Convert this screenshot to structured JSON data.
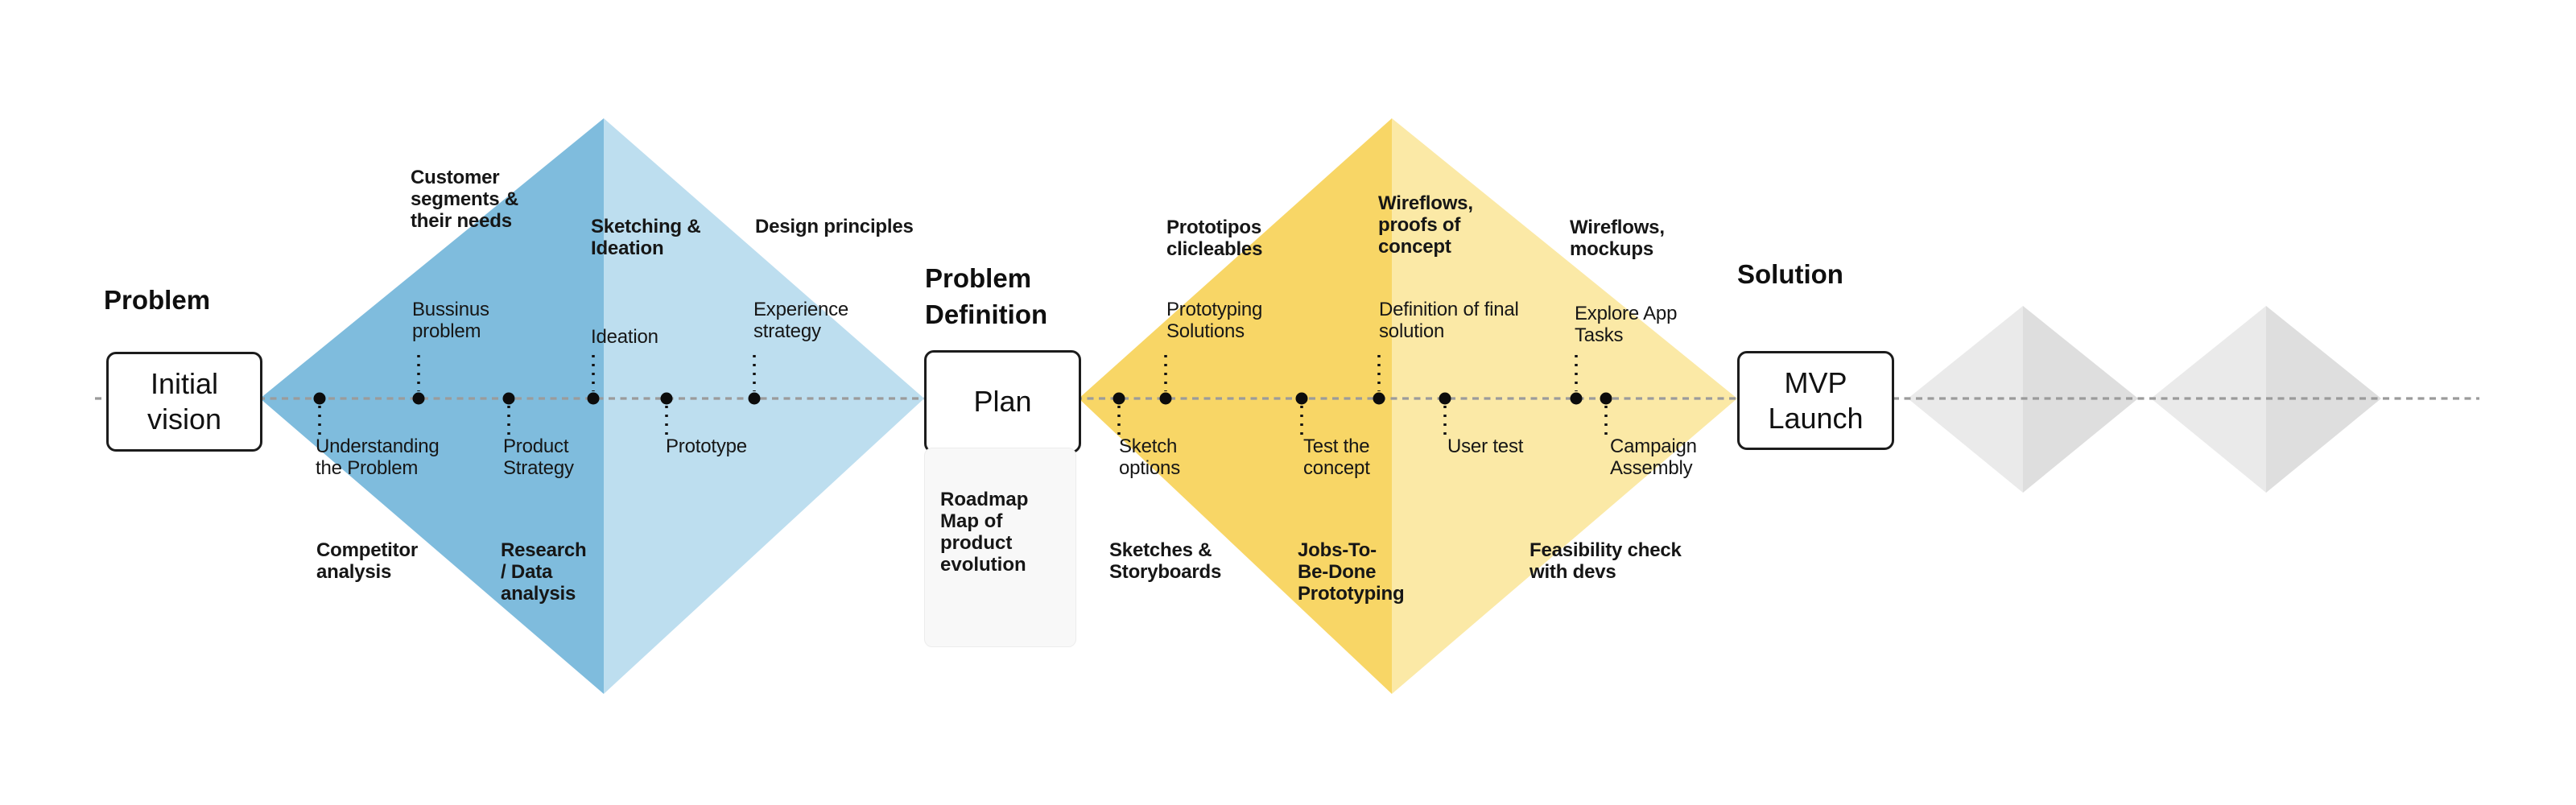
{
  "colors": {
    "blue_dark": "#7fbcdd",
    "blue_light": "#bddeef",
    "yellow_dark": "#f8d666",
    "yellow_light": "#fbe9a6",
    "gray_light": "#eaeaea",
    "gray_dark": "#dedede",
    "line": "#9b9b9b",
    "ink": "#111111"
  },
  "headings": {
    "problem": "Problem",
    "problem_definition": "Problem\nDefinition",
    "solution": "Solution"
  },
  "nodes": {
    "initial_vision": "Initial\nvision",
    "plan": "Plan",
    "mvp_launch": "MVP\nLaunch"
  },
  "card": {
    "roadmap": "Roadmap\nMap of product\nevolution"
  },
  "labels": {
    "customer_segments": "Customer\nsegments &\ntheir needs",
    "sketching_ideation": "Sketching &\nIdeation",
    "design_principles": "Design principles",
    "bussinus_problem": "Bussinus\nproblem",
    "ideation": "Ideation",
    "experience_strategy": "Experience\nstrategy",
    "understanding_problem": "Understanding\nthe Problem",
    "product_strategy": "Product\nStrategy",
    "prototype": "Prototype",
    "competitor_analysis": "Competitor\nanalysis",
    "research_data": "Research\n/ Data\nanalysis",
    "prototipos": "Prototipos\nclicleables",
    "wireflows_poc": "Wireflows,\nproofs of\nconcept",
    "wireflows_mockups": "Wireflows,\nmockups",
    "prototyping_solutions": "Prototyping\nSolutions",
    "definition_final": "Definition of final\nsolution",
    "explore_app_tasks": "Explore App\nTasks",
    "sketch_options": "Sketch\noptions",
    "test_concept": "Test the\nconcept",
    "user_test": "User test",
    "campaign_assembly": "Campaign\nAssembly",
    "sketches_storyboards": "Sketches &\nStoryboards",
    "jobs_tbd": "Jobs-To-\nBe-Done\nPrototyping",
    "feasibility": "Feasibility check\nwith devs"
  }
}
